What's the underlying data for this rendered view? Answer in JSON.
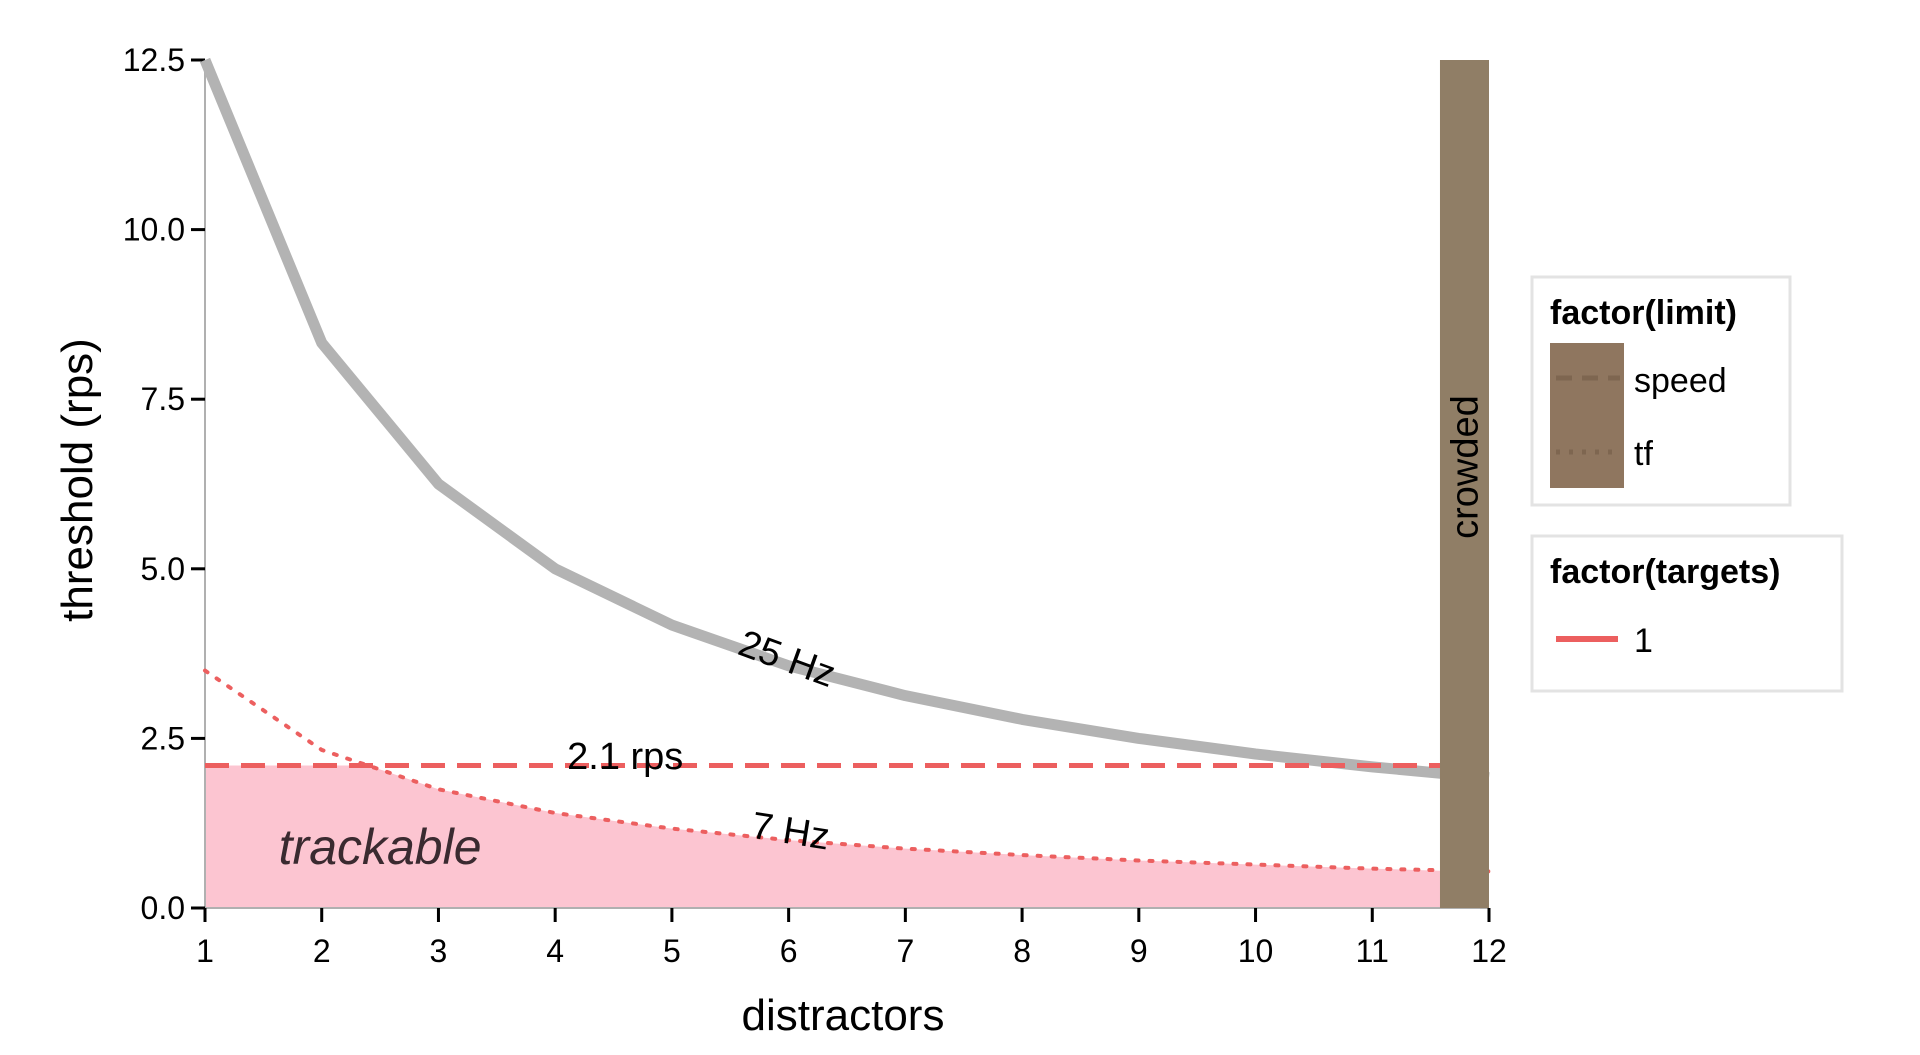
{
  "chart_data": {
    "type": "line",
    "xlabel": "distractors",
    "ylabel": "threshold (rps)",
    "xlim": [
      1,
      12
    ],
    "ylim": [
      0,
      12.5
    ],
    "x_ticks": [
      1,
      2,
      3,
      4,
      5,
      6,
      7,
      8,
      9,
      10,
      11,
      12
    ],
    "x_tick_labels": [
      "1",
      "2",
      "3",
      "4",
      "5",
      "6",
      "7",
      "8",
      "9",
      "10",
      "11",
      "12"
    ],
    "y_ticks": [
      0,
      2.5,
      5,
      7.5,
      10,
      12.5
    ],
    "y_tick_labels": [
      "0.0",
      "2.5",
      "5.0",
      "7.5",
      "10.0",
      "12.5"
    ],
    "grid": false,
    "series": [
      {
        "name": "",
        "role": "25 Hz limit",
        "color": "#b3b3b3",
        "x": [
          1,
          2,
          3,
          4,
          5,
          6,
          7,
          8,
          9,
          10,
          11,
          12
        ],
        "y": [
          12.5,
          8.33,
          6.25,
          5.0,
          4.17,
          3.57,
          3.13,
          2.78,
          2.5,
          2.27,
          2.08,
          1.92
        ]
      },
      {
        "name": "speed",
        "color": "#ec5f5f",
        "dash": "dashed",
        "x": [
          1,
          12
        ],
        "y": [
          2.1,
          2.1
        ]
      },
      {
        "name": "tf",
        "color": "#ec5f5f",
        "dash": "dotted",
        "x": [
          1,
          2,
          3,
          4,
          5,
          6,
          7,
          8,
          9,
          10,
          11,
          12
        ],
        "y": [
          3.5,
          2.33,
          1.75,
          1.4,
          1.17,
          1.0,
          0.875,
          0.78,
          0.7,
          0.64,
          0.58,
          0.54
        ]
      }
    ],
    "trackable_region": {
      "color": "#fcc5d1",
      "x": [
        1,
        2,
        2.4,
        3,
        4,
        5,
        6,
        7,
        8,
        9,
        10,
        11,
        11.58
      ],
      "y": [
        2.1,
        2.1,
        2.1,
        1.75,
        1.4,
        1.17,
        1.0,
        0.875,
        0.78,
        0.7,
        0.64,
        0.58,
        0.55
      ]
    },
    "crowded_region": {
      "label": "crowded",
      "color": "#907e66",
      "x_start": 11.58,
      "x_end": 12
    },
    "annotations": [
      {
        "text": "25 Hz",
        "x": 5.95,
        "y": 3.5,
        "angle": 20
      },
      {
        "text": "2.1 rps",
        "x": 4.6,
        "y": 2.05,
        "angle": 0
      },
      {
        "text": "7 Hz",
        "x": 6.0,
        "y": 0.95,
        "angle": 9
      },
      {
        "text": "trackable",
        "x": 2.5,
        "y": 0.65,
        "angle": 0,
        "italic": true
      }
    ],
    "legend": {
      "placement": "right",
      "groups": [
        {
          "title": "factor(limit)",
          "swatch_color": "#8f765f",
          "items": [
            {
              "label": "speed",
              "style": "dashed"
            },
            {
              "label": "tf",
              "style": "dotted"
            }
          ]
        },
        {
          "title": "factor(targets)",
          "items": [
            {
              "label": "1",
              "style": "solid",
              "color": "#ec5f5f"
            }
          ]
        }
      ]
    }
  }
}
